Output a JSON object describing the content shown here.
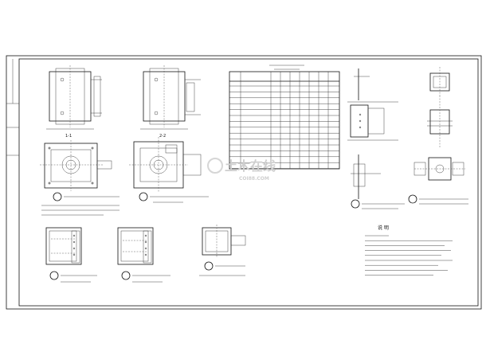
{
  "watermark": {
    "logo_text": "土木在线",
    "url_text": "COI88.COM"
  },
  "notes": {
    "title": "说 明"
  }
}
